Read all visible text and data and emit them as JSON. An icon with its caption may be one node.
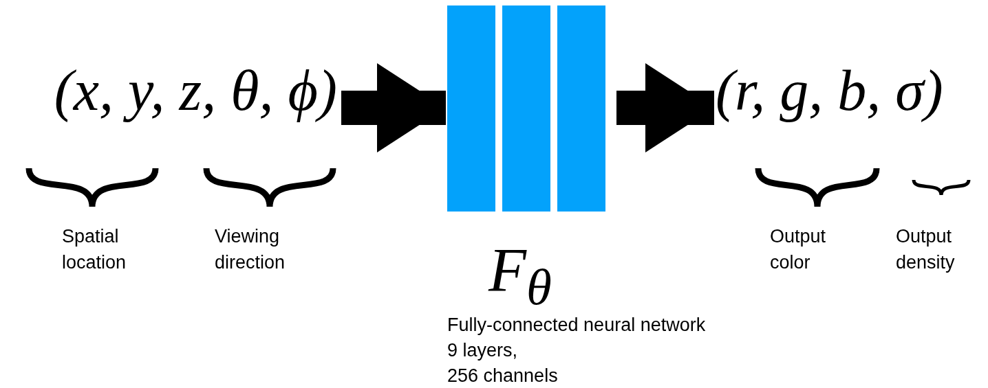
{
  "diagram": {
    "nodes": [
      {
        "text": [
          "(x, y, z, θ, ϕ)"
        ]
      },
      {
        "text": [
          "F$_{θ}$"
        ],
        "beside": [
          "Fully-connected neural network",
          "9 layers,",
          "256 channels"
        ]
      },
      {
        "text": [
          "(r, g, b, σ)"
        ]
      }
    ],
    "edges": [
      {
        "from": 0,
        "to": 1,
        "arrow": "to"
      },
      {
        "from": 1,
        "to": 2,
        "arrow": "to"
      }
    ],
    "labels": [
      "Spatial location",
      "Viewing direction",
      "Output color",
      "Output density"
    ]
  }
}
